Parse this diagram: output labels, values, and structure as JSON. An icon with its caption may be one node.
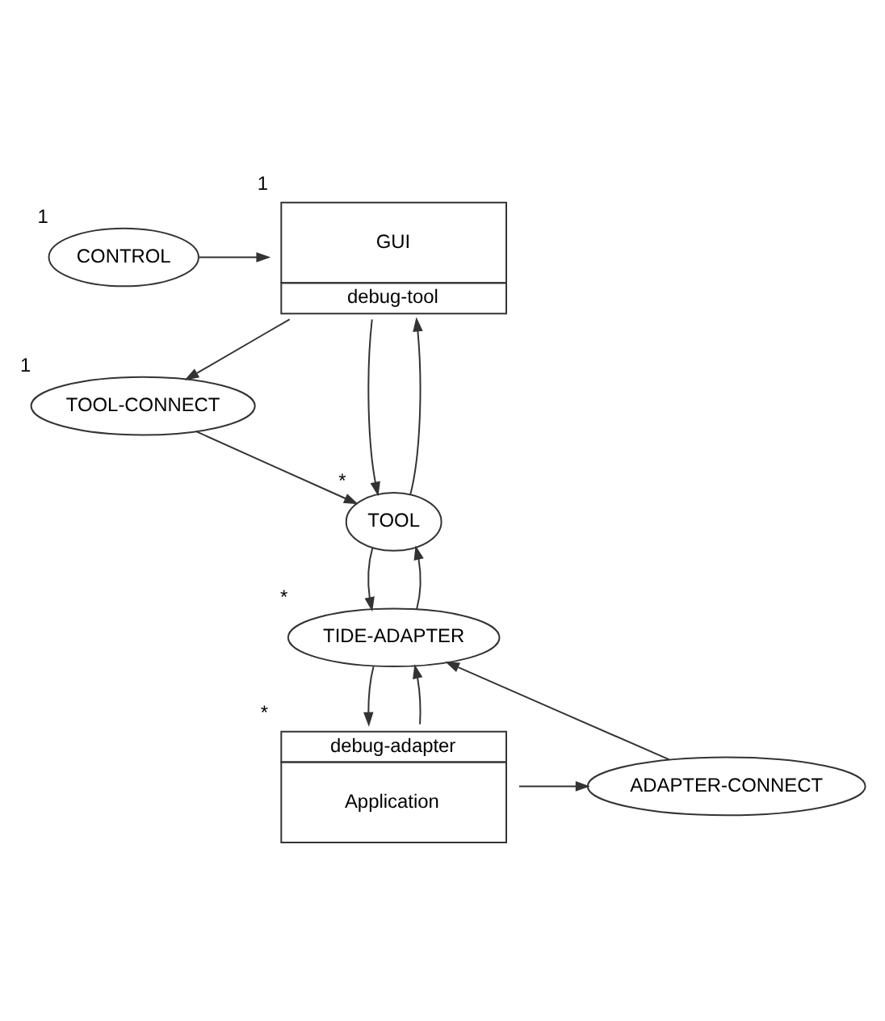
{
  "diagram": {
    "nodes": [
      {
        "text": [
          "CONTROL"
        ],
        "beside": [
          "1"
        ]
      },
      {
        "text": [
          "GUI",
          "debug-tool"
        ],
        "beside": [
          "1"
        ]
      },
      {
        "text": [
          "TOOL-CONNECT"
        ],
        "beside": [
          "1"
        ]
      },
      {
        "text": [
          "TOOL"
        ],
        "beside": [
          "*"
        ]
      },
      {
        "text": [
          "TIDE-ADAPTER"
        ],
        "beside": [
          "*"
        ]
      },
      {
        "text": [
          "ADAPTER-CONNECT"
        ]
      },
      {
        "text": [
          "debug-adapter",
          "Application"
        ],
        "beside": [
          "*"
        ]
      }
    ],
    "edges": [
      {
        "from": 0,
        "to": 1,
        "arrow": "to"
      },
      {
        "from": 1,
        "to": 2,
        "arrow": "to"
      },
      {
        "from": 2,
        "to": 3,
        "arrow": "to"
      },
      {
        "from": 1,
        "to": 3,
        "arrow": "to"
      },
      {
        "from": 3,
        "to": 1,
        "arrow": "to"
      },
      {
        "from": 3,
        "to": 4,
        "arrow": "to"
      },
      {
        "from": 4,
        "to": 3,
        "arrow": "to"
      },
      {
        "from": 4,
        "to": 6,
        "arrow": "to"
      },
      {
        "from": 6,
        "to": 4,
        "arrow": "to"
      },
      {
        "from": 6,
        "to": 5,
        "arrow": "to"
      },
      {
        "from": 5,
        "to": 4,
        "arrow": "to"
      }
    ]
  }
}
